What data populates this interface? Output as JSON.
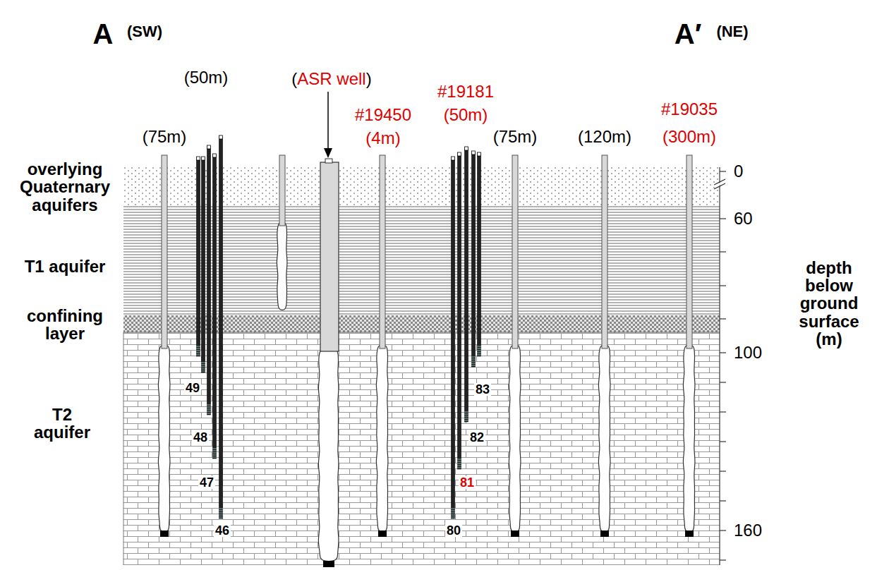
{
  "diagram": {
    "labels": [
      "A",
      "(SW)",
      "A′",
      "(NE)",
      "(75m)",
      "(50m)",
      "(",
      "ASR well",
      ")",
      "#19450",
      "(4m)",
      "#19181",
      "(50m)",
      "(75m)",
      "(120m)",
      "#19035",
      "(300m)",
      "overlying Quaternary aquifers",
      "T1 aquifer",
      "confining layer",
      "T2 aquifer",
      "0",
      "60",
      "100",
      "160",
      "depth below ground surface (m)",
      "49",
      "48",
      "47",
      "46",
      "83",
      "82",
      "81",
      "80"
    ]
  }
}
